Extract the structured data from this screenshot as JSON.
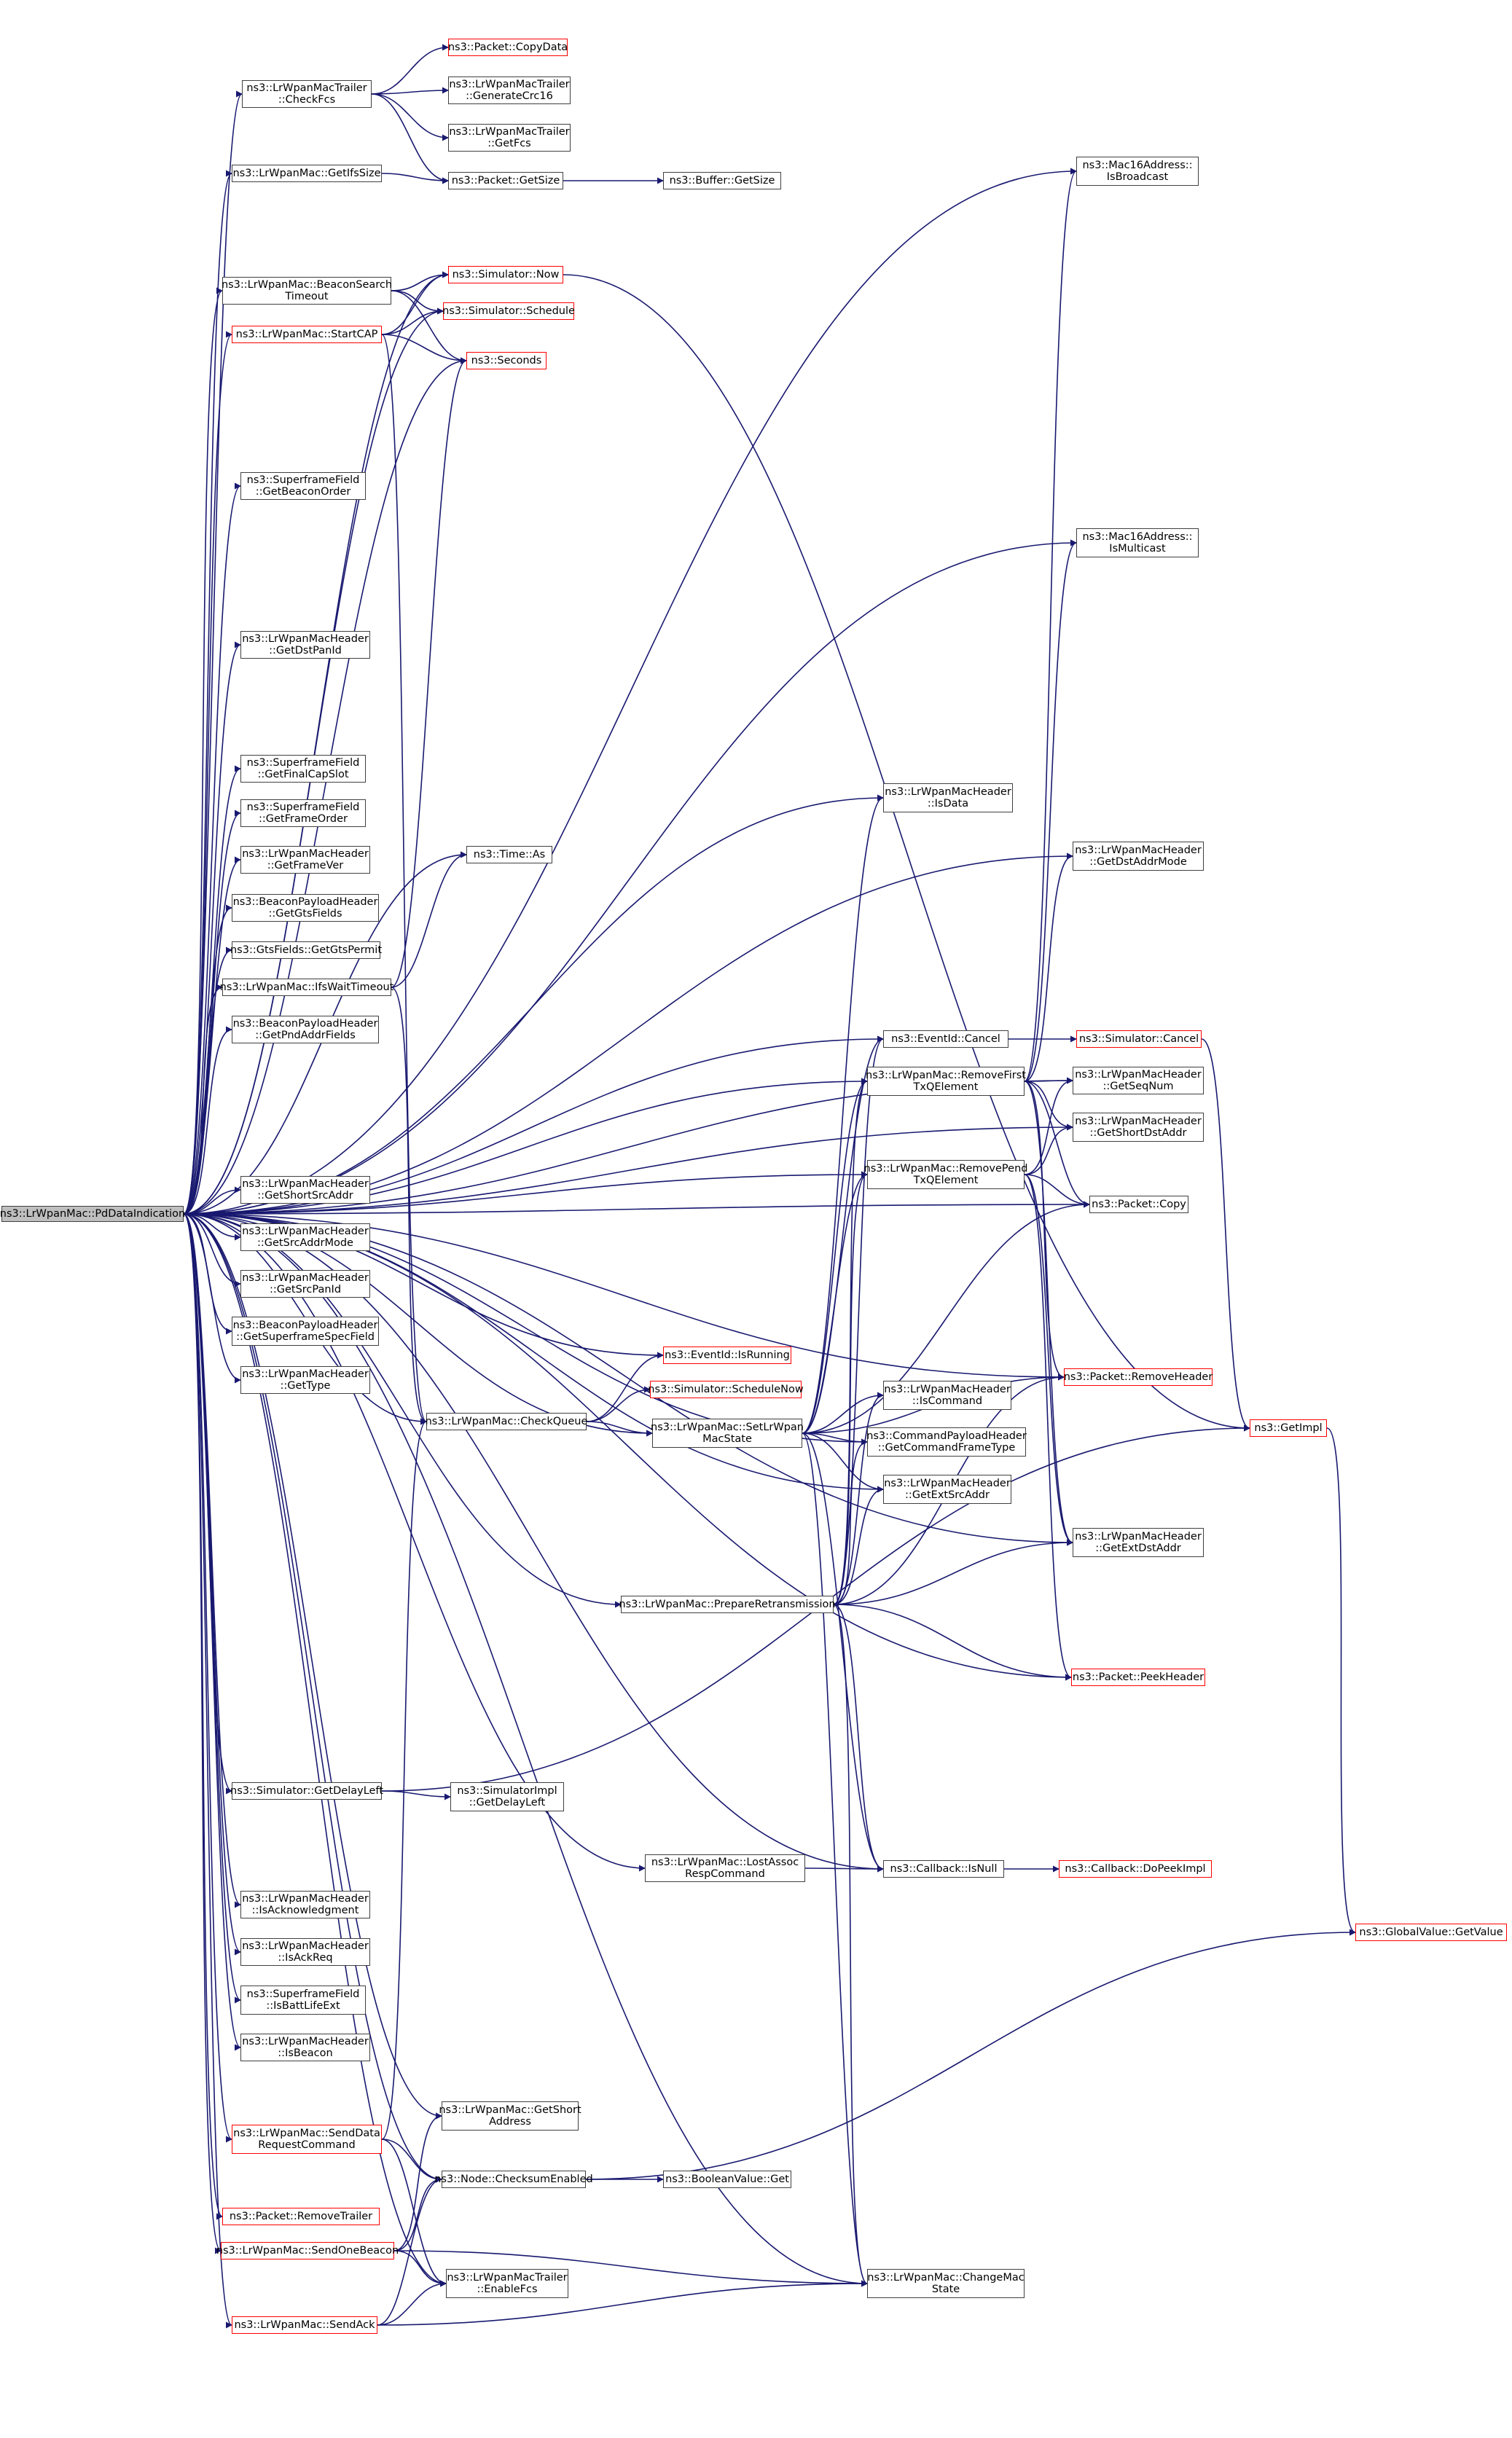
{
  "colors": {
    "edge": "#191970",
    "node_border": "#404040",
    "node_border_incomplete": "#ff0000",
    "root_fill": "#bfbfbf"
  },
  "nodes": [
    {
      "id": "pd_data_indication",
      "label": "ns3::LrWpanMac::PdDataIndication",
      "root": true
    },
    {
      "id": "check_fcs",
      "label": "ns3::LrWpanMacTrailer\n::CheckFcs"
    },
    {
      "id": "copy_data",
      "label": "ns3::Packet::CopyData",
      "incomplete": true
    },
    {
      "id": "generate_crc16",
      "label": "ns3::LrWpanMacTrailer\n::GenerateCrc16"
    },
    {
      "id": "get_fcs",
      "label": "ns3::LrWpanMacTrailer\n::GetFcs"
    },
    {
      "id": "get_ifs_size",
      "label": "ns3::LrWpanMac::GetIfsSize"
    },
    {
      "id": "packet_get_size",
      "label": "ns3::Packet::GetSize"
    },
    {
      "id": "buffer_get_size",
      "label": "ns3::Buffer::GetSize"
    },
    {
      "id": "mac16_is_broadcast",
      "label": "ns3::Mac16Address::\nIsBroadcast"
    },
    {
      "id": "beacon_search_timeout",
      "label": "ns3::LrWpanMac::BeaconSearch\nTimeout"
    },
    {
      "id": "simulator_now",
      "label": "ns3::Simulator::Now",
      "incomplete": true
    },
    {
      "id": "simulator_schedule",
      "label": "ns3::Simulator::Schedule",
      "incomplete": true
    },
    {
      "id": "start_cap",
      "label": "ns3::LrWpanMac::StartCAP",
      "incomplete": true
    },
    {
      "id": "seconds",
      "label": "ns3::Seconds",
      "incomplete": true
    },
    {
      "id": "sf_get_beacon_order",
      "label": "ns3::SuperframeField\n::GetBeaconOrder"
    },
    {
      "id": "mac16_is_multicast",
      "label": "ns3::Mac16Address::\nIsMulticast"
    },
    {
      "id": "hdr_get_dst_pan_id",
      "label": "ns3::LrWpanMacHeader\n::GetDstPanId"
    },
    {
      "id": "sf_get_final_cap_slot",
      "label": "ns3::SuperframeField\n::GetFinalCapSlot"
    },
    {
      "id": "hdr_is_data",
      "label": "ns3::LrWpanMacHeader\n::IsData"
    },
    {
      "id": "sf_get_frame_order",
      "label": "ns3::SuperframeField\n::GetFrameOrder"
    },
    {
      "id": "time_as",
      "label": "ns3::Time::As"
    },
    {
      "id": "hdr_get_frame_ver",
      "label": "ns3::LrWpanMacHeader\n::GetFrameVer"
    },
    {
      "id": "hdr_get_dst_addr_mode",
      "label": "ns3::LrWpanMacHeader\n::GetDstAddrMode"
    },
    {
      "id": "bp_get_gts_fields",
      "label": "ns3::BeaconPayloadHeader\n::GetGtsFields"
    },
    {
      "id": "gts_get_gts_permit",
      "label": "ns3::GtsFields::GetGtsPermit"
    },
    {
      "id": "ifs_wait_timeout",
      "label": "ns3::LrWpanMac::IfsWaitTimeout"
    },
    {
      "id": "bp_get_pnd_addr_fields",
      "label": "ns3::BeaconPayloadHeader\n::GetPndAddrFields"
    },
    {
      "id": "event_id_cancel",
      "label": "ns3::EventId::Cancel"
    },
    {
      "id": "simulator_cancel",
      "label": "ns3::Simulator::Cancel",
      "incomplete": true
    },
    {
      "id": "remove_first_tx_q",
      "label": "ns3::LrWpanMac::RemoveFirst\nTxQElement"
    },
    {
      "id": "hdr_get_seq_num",
      "label": "ns3::LrWpanMacHeader\n::GetSeqNum"
    },
    {
      "id": "hdr_get_short_dst_addr",
      "label": "ns3::LrWpanMacHeader\n::GetShortDstAddr"
    },
    {
      "id": "remove_pend_tx_q",
      "label": "ns3::LrWpanMac::RemovePend\nTxQElement"
    },
    {
      "id": "hdr_get_short_src_addr",
      "label": "ns3::LrWpanMacHeader\n::GetShortSrcAddr"
    },
    {
      "id": "packet_copy",
      "label": "ns3::Packet::Copy"
    },
    {
      "id": "hdr_get_src_addr_mode",
      "label": "ns3::LrWpanMacHeader\n::GetSrcAddrMode"
    },
    {
      "id": "hdr_get_src_pan_id",
      "label": "ns3::LrWpanMacHeader\n::GetSrcPanId"
    },
    {
      "id": "bp_get_superframe_spec_field",
      "label": "ns3::BeaconPayloadHeader\n::GetSuperframeSpecField"
    },
    {
      "id": "packet_remove_header",
      "label": "ns3::Packet::RemoveHeader",
      "incomplete": true
    },
    {
      "id": "event_id_is_running",
      "label": "ns3::EventId::IsRunning",
      "incomplete": true
    },
    {
      "id": "hdr_get_type",
      "label": "ns3::LrWpanMacHeader\n::GetType"
    },
    {
      "id": "simulator_schedule_now",
      "label": "ns3::Simulator::ScheduleNow",
      "incomplete": true
    },
    {
      "id": "hdr_is_command",
      "label": "ns3::LrWpanMacHeader\n::IsCommand"
    },
    {
      "id": "check_queue",
      "label": "ns3::LrWpanMac::CheckQueue"
    },
    {
      "id": "set_lrwpan_mac_state",
      "label": "ns3::LrWpanMac::SetLrWpan\nMacState"
    },
    {
      "id": "get_impl",
      "label": "ns3::GetImpl",
      "incomplete": true
    },
    {
      "id": "cp_get_command_frame_type",
      "label": "ns3::CommandPayloadHeader\n::GetCommandFrameType"
    },
    {
      "id": "hdr_get_ext_src_addr",
      "label": "ns3::LrWpanMacHeader\n::GetExtSrcAddr"
    },
    {
      "id": "hdr_get_ext_dst_addr",
      "label": "ns3::LrWpanMacHeader\n::GetExtDstAddr"
    },
    {
      "id": "prepare_retransmission",
      "label": "ns3::LrWpanMac::PrepareRetransmission"
    },
    {
      "id": "packet_peek_header",
      "label": "ns3::Packet::PeekHeader",
      "incomplete": true
    },
    {
      "id": "simulator_get_delay_left",
      "label": "ns3::Simulator::GetDelayLeft"
    },
    {
      "id": "simimpl_get_delay_left",
      "label": "ns3::SimulatorImpl\n::GetDelayLeft"
    },
    {
      "id": "lost_assoc_resp_command",
      "label": "ns3::LrWpanMac::LostAssoc\nRespCommand"
    },
    {
      "id": "callback_is_null",
      "label": "ns3::Callback::IsNull"
    },
    {
      "id": "callback_do_peek_impl",
      "label": "ns3::Callback::DoPeekImpl",
      "incomplete": true
    },
    {
      "id": "hdr_is_acknowledgment",
      "label": "ns3::LrWpanMacHeader\n::IsAcknowledgment"
    },
    {
      "id": "global_value_get_value",
      "label": "ns3::GlobalValue::GetValue",
      "incomplete": true
    },
    {
      "id": "hdr_is_ack_req",
      "label": "ns3::LrWpanMacHeader\n::IsAckReq"
    },
    {
      "id": "sf_is_batt_life_ext",
      "label": "ns3::SuperframeField\n::IsBattLifeExt"
    },
    {
      "id": "hdr_is_beacon",
      "label": "ns3::LrWpanMacHeader\n::IsBeacon"
    },
    {
      "id": "get_short_address",
      "label": "ns3::LrWpanMac::GetShort\nAddress"
    },
    {
      "id": "send_data_request_command",
      "label": "ns3::LrWpanMac::SendData\nRequestCommand",
      "incomplete": true
    },
    {
      "id": "node_checksum_enabled",
      "label": "ns3::Node::ChecksumEnabled"
    },
    {
      "id": "boolean_value_get",
      "label": "ns3::BooleanValue::Get"
    },
    {
      "id": "packet_remove_trailer",
      "label": "ns3::Packet::RemoveTrailer",
      "incomplete": true
    },
    {
      "id": "send_one_beacon",
      "label": "ns3::LrWpanMac::SendOneBeacon",
      "incomplete": true
    },
    {
      "id": "trailer_enable_fcs",
      "label": "ns3::LrWpanMacTrailer\n::EnableFcs"
    },
    {
      "id": "change_mac_state",
      "label": "ns3::LrWpanMac::ChangeMac\nState"
    },
    {
      "id": "send_ack",
      "label": "ns3::LrWpanMac::SendAck",
      "incomplete": true
    }
  ]
}
